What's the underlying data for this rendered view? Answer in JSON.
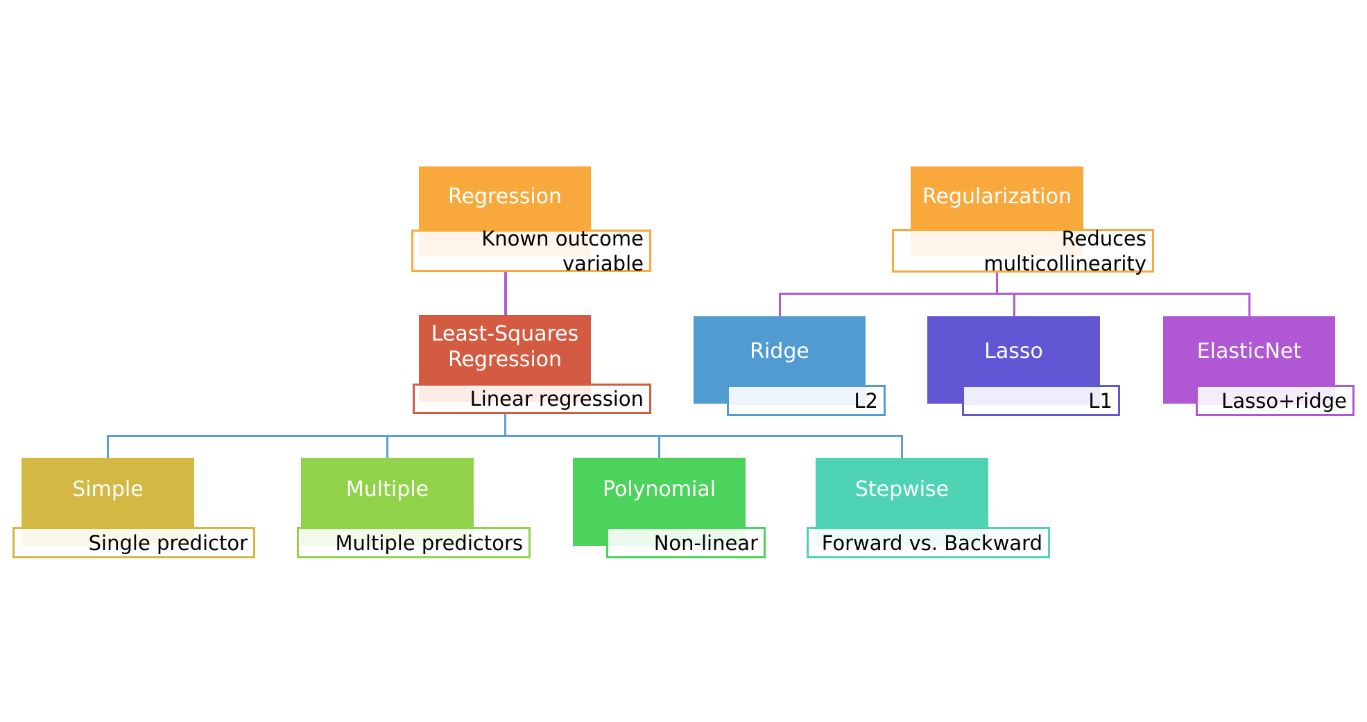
{
  "diagram": {
    "left_tree": {
      "root": {
        "label": "Regression",
        "caption": "Known outcome variable",
        "color": "#F9A83C"
      },
      "child": {
        "label": "Least-Squares Regression",
        "caption": "Linear regression",
        "color": "#D35B42"
      },
      "connector_colors": {
        "root_to_child": "#B05BD3",
        "child_to_leaves": "#5B9FD1"
      },
      "leaves": [
        {
          "label": "Simple",
          "caption": "Single predictor",
          "color": "#D3B843"
        },
        {
          "label": "Multiple",
          "caption": "Multiple predictors",
          "color": "#90D34A"
        },
        {
          "label": "Polynomial",
          "caption": "Non-linear",
          "color": "#4BD35B"
        },
        {
          "label": "Stepwise",
          "caption": "Forward vs. Backward",
          "color": "#4ED3B5"
        }
      ]
    },
    "right_tree": {
      "root": {
        "label": "Regularization",
        "caption": "Reduces multicollinearity",
        "color": "#F9A83C"
      },
      "connector_color": "#B05BD3",
      "leaves": [
        {
          "label": "Ridge",
          "caption": "L2",
          "color": "#519BD3"
        },
        {
          "label": "Lasso",
          "caption": "L1",
          "color": "#6156D3"
        },
        {
          "label": "ElasticNet",
          "caption": "Lasso+ridge",
          "color": "#B057D3"
        }
      ]
    }
  }
}
